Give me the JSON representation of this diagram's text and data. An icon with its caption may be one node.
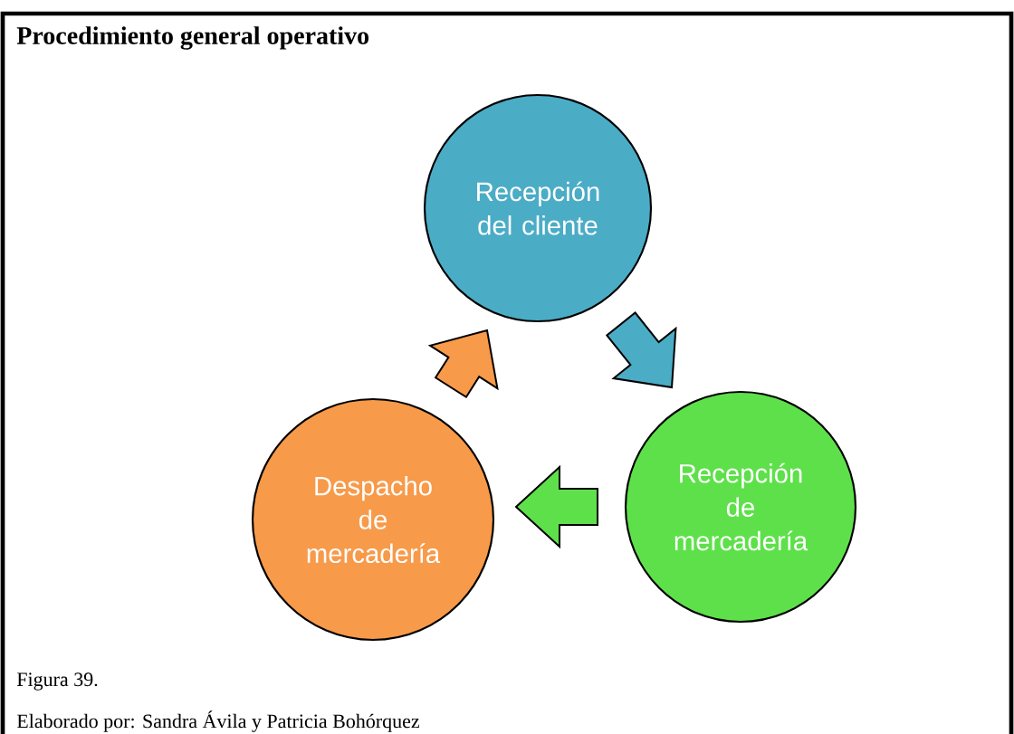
{
  "diagram": {
    "title": "Procedimiento general operativo",
    "nodes": [
      {
        "text": [
          "Recepción del cliente"
        ]
      },
      {
        "text": [
          "Recepción de mercadería"
        ]
      },
      {
        "text": [
          "Despacho de mercadería"
        ]
      }
    ],
    "edges": [
      {
        "from": 0,
        "to": 1,
        "arrow": "to",
        "color": "#4bacc6"
      },
      {
        "from": 1,
        "to": 2,
        "arrow": "to",
        "color": "#5ee04a"
      },
      {
        "from": 2,
        "to": 0,
        "arrow": "to",
        "color": "#f79a4a"
      }
    ],
    "labels": [
      "Figura 39.",
      "Elaborado por: Sandra Ávila y Patricia Bohórquez"
    ]
  }
}
